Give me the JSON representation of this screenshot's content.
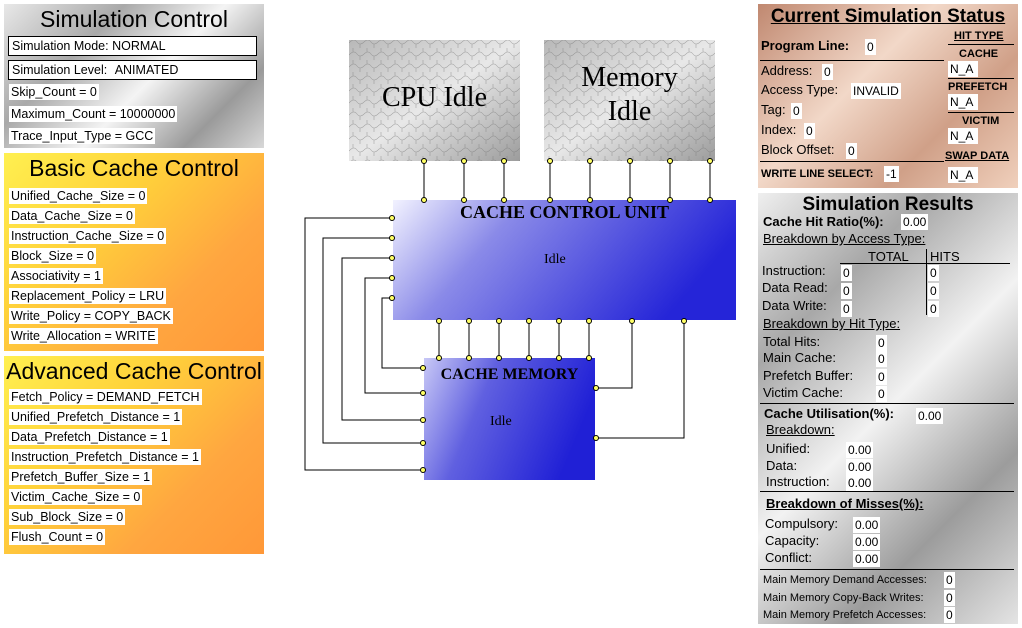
{
  "sim_control": {
    "title": "Simulation Control",
    "mode_label": "Simulation Mode:",
    "mode_value": "NORMAL",
    "level_label": "Simulation Level:",
    "level_value": "ANIMATED",
    "skip_count": "Skip_Count = 0",
    "maximum_count": "Maximum_Count = 10000000",
    "trace_input_type": "Trace_Input_Type = GCC"
  },
  "basic_cache": {
    "title": "Basic Cache Control",
    "items": [
      "Unified_Cache_Size = 0",
      "Data_Cache_Size = 0",
      "Instruction_Cache_Size = 0",
      "Block_Size = 0",
      "Associativity = 1",
      "Replacement_Policy = LRU",
      "Write_Policy = COPY_BACK",
      "Write_Allocation = WRITE"
    ]
  },
  "advanced_cache": {
    "title": "Advanced Cache Control",
    "items": [
      "Fetch_Policy = DEMAND_FETCH",
      "Unified_Prefetch_Distance = 1",
      "Data_Prefetch_Distance = 1",
      "Instruction_Prefetch_Distance = 1",
      "Prefetch_Buffer_Size = 1",
      "Victim_Cache_Size = 0",
      "Sub_Block_Size = 0",
      "Flush_Count = 0"
    ]
  },
  "diagram": {
    "cpu_label": "CPU Idle",
    "memory_label_1": "Memory",
    "memory_label_2": "Idle",
    "ccu_title": "CACHE CONTROL UNIT",
    "ccu_status": "Idle",
    "cm_title": "CACHE MEMORY",
    "cm_status": "Idle"
  },
  "status": {
    "title": "Current Simulation Status",
    "program_line_label": "Program Line:",
    "program_line": "0",
    "address_label": "Address:",
    "address": "0",
    "access_type_label": "Access Type:",
    "access_type": "INVALID",
    "tag_label": "Tag:",
    "tag": "0",
    "index_label": "Index:",
    "index": "0",
    "block_offset_label": "Block Offset:",
    "block_offset": "0",
    "write_line_label": "WRITE LINE SELECT:",
    "write_line": "-1",
    "hit_type_label": "HIT TYPE",
    "cache_label": "CACHE",
    "cache_value": "N_A",
    "prefetch_label": "PREFETCH",
    "prefetch_value": "N_A",
    "victim_label": "VICTIM",
    "victim_value": "N_A",
    "swap_label": "SWAP DATA",
    "swap_value": "N_A"
  },
  "results": {
    "title": "Simulation Results",
    "hit_ratio_label": "Cache Hit Ratio(%):",
    "hit_ratio": "0.00",
    "breakdown_access_label": "Breakdown by Access Type:",
    "total_label": "TOTAL",
    "hits_label": "HITS",
    "instruction_label": "Instruction:",
    "instruction_total": "0",
    "instruction_hits": "0",
    "data_read_label": "Data Read:",
    "data_read_total": "0",
    "data_read_hits": "0",
    "data_write_label": "Data Write:",
    "data_write_total": "0",
    "data_write_hits": "0",
    "breakdown_hit_label": "Breakdown by Hit Type:",
    "total_hits_label": "Total Hits:",
    "total_hits": "0",
    "main_cache_label": "Main Cache:",
    "main_cache": "0",
    "prefetch_buffer_label": "Prefetch Buffer:",
    "prefetch_buffer": "0",
    "victim_cache_label": "Victim Cache:",
    "victim_cache": "0",
    "utilisation_label": "Cache Utilisation(%):",
    "utilisation": "0.00",
    "breakdown_label": "Breakdown:",
    "unified_label": "Unified:",
    "unified": "0.00",
    "data_label": "Data:",
    "data": "0.00",
    "instr_label": "Instruction:",
    "instr": "0.00",
    "misses_label": "Breakdown of Misses(%):",
    "compulsory_label": "Compulsory:",
    "compulsory": "0.00",
    "capacity_label": "Capacity:",
    "capacity": "0.00",
    "conflict_label": "Conflict:",
    "conflict": "0.00",
    "mm_demand_label": "Main Memory Demand Accesses:",
    "mm_demand": "0",
    "mm_copyback_label": "Main Memory Copy-Back Writes:",
    "mm_copyback": "0",
    "mm_prefetch_label": "Main Memory Prefetch Accesses:",
    "mm_prefetch": "0"
  },
  "colors": {
    "blue_block": "#2a2ad8",
    "orange_panel": "#ff9a3c",
    "yellow_panel": "#ffee44",
    "copper_panel": "#c89478"
  }
}
